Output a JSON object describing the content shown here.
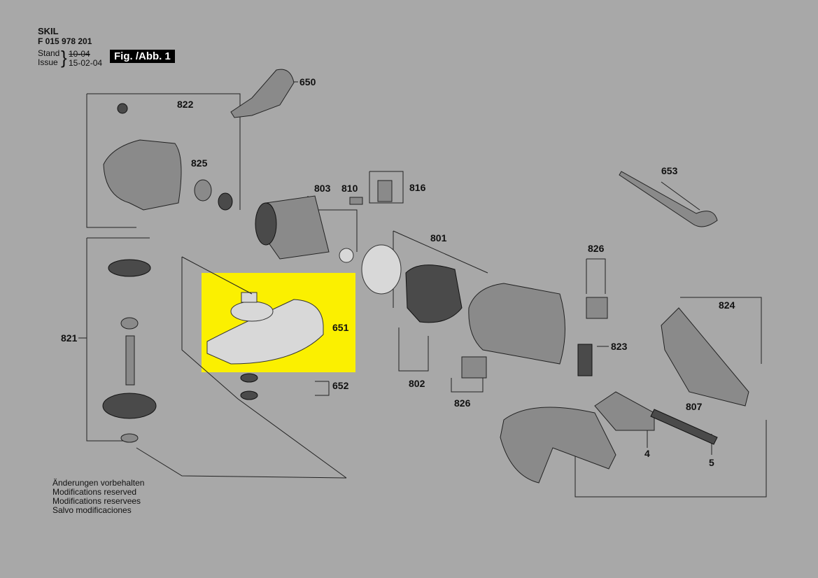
{
  "header": {
    "brand": "SKIL",
    "part_number": "F 015 978 201",
    "stand_label": "Stand",
    "issue_label": "Issue",
    "stand_date": "10-04",
    "issue_date": "15-02-04",
    "figure": "Fig. /Abb. 1"
  },
  "highlight": {
    "part": "651",
    "color": "#fbf000"
  },
  "labels": {
    "p650": "650",
    "p822": "822",
    "p825": "825",
    "p653": "653",
    "p803": "803",
    "p810": "810",
    "p816": "816",
    "p801": "801",
    "p826a": "826",
    "p824": "824",
    "p821": "821",
    "p651": "651",
    "p823": "823",
    "p802": "802",
    "p652": "652",
    "p826b": "826",
    "p807": "807",
    "p4": "4",
    "p5": "5"
  },
  "notes": [
    "Änderungen vorbehalten",
    "Modifications reserved",
    "Modifications reservees",
    "Salvo modificaciones"
  ]
}
